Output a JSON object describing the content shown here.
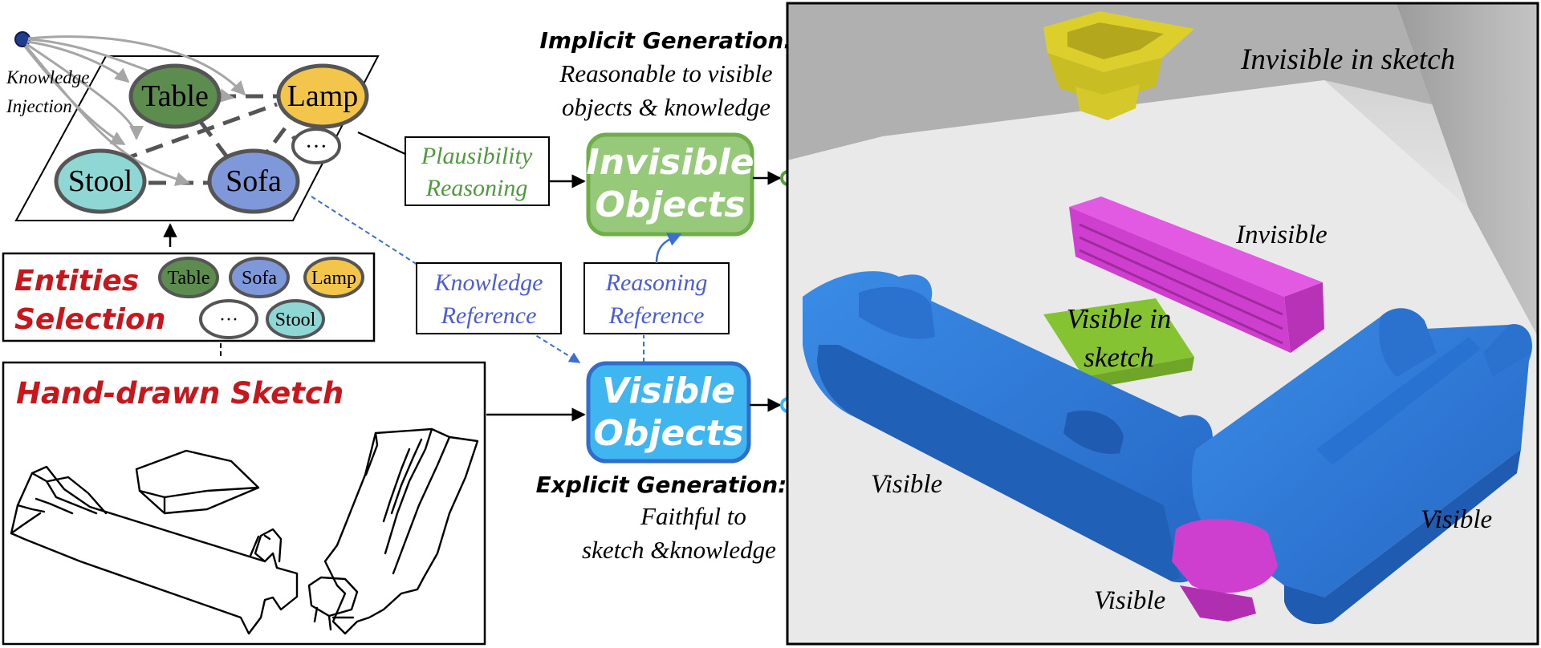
{
  "knowledge_injection": {
    "line1": "Knowledge",
    "line2": "Injection"
  },
  "graph_nodes": {
    "table": "Table",
    "lamp": "Lamp",
    "stool": "Stool",
    "sofa": "Sofa",
    "more": "···"
  },
  "entities_selection": {
    "title_line1": "Entities",
    "title_line2": "Selection",
    "chips": {
      "table": "Table",
      "sofa": "Sofa",
      "lamp": "Lamp",
      "more": "···",
      "stool": "Stool"
    }
  },
  "sketch_panel": {
    "title": "Hand-drawn Sketch"
  },
  "implicit_generation": {
    "title": "Implicit Generation:",
    "line1": "Reasonable to visible",
    "line2": "objects & knowledge"
  },
  "explicit_generation": {
    "title": "Explicit Generation:",
    "line1": "Faithful to",
    "line2": "sketch &knowledge"
  },
  "plausibility_reasoning": {
    "line1": "Plausibility",
    "line2": "Reasoning"
  },
  "knowledge_reference": {
    "line1": "Knowledge",
    "line2": "Reference"
  },
  "reasoning_reference": {
    "line1": "Reasoning",
    "line2": "Reference"
  },
  "invisible_objects": {
    "line1": "Invisible",
    "line2": "Objects"
  },
  "visible_objects": {
    "line1": "Visible",
    "line2": "Objects"
  },
  "render_labels": {
    "invisible_in_sketch": "Invisible in sketch",
    "invisible": "Invisible",
    "visible_in_sketch_line1": "Visible in",
    "visible_in_sketch_line2": "sketch",
    "visible_left": "Visible",
    "visible_right": "Visible",
    "visible_bottom": "Visible"
  },
  "colors": {
    "red_title": "#c8161d",
    "green_text": "#4f9a3c",
    "blue_text": "#4a5cd6",
    "invisible_fill": "#96c97a",
    "invisible_border": "#6fae49",
    "visible_fill": "#3fb6ef",
    "visible_border": "#2f6ec9",
    "table_node": "#5c8c4e",
    "lamp_node": "#f3c64b",
    "stool_node": "#8fd7d5",
    "sofa_node": "#7f98d9",
    "sofa_blue": "#2e7fd8",
    "magenta": "#cf3fcf",
    "yellow_obj": "#dccf2c",
    "green_obj": "#86c332"
  }
}
